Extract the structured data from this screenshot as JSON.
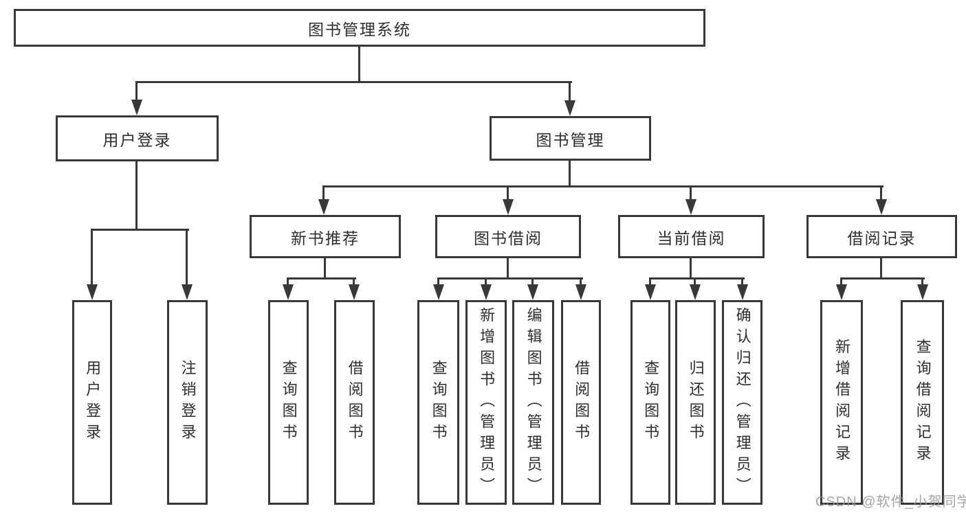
{
  "diagram": {
    "root": {
      "label": "图书管理系统"
    },
    "branches": [
      {
        "label": "用户登录",
        "children": [
          {
            "label": "用户登录"
          },
          {
            "label": "注销登录"
          }
        ]
      },
      {
        "label": "图书管理",
        "children": [
          {
            "label": "新书推荐",
            "children": [
              {
                "label": "查询图书"
              },
              {
                "label": "借阅图书"
              }
            ]
          },
          {
            "label": "图书借阅",
            "children": [
              {
                "label": "查询图书"
              },
              {
                "label": "新增图书（管理员）"
              },
              {
                "label": "编辑图书（管理员）"
              },
              {
                "label": "借阅图书"
              }
            ]
          },
          {
            "label": "当前借阅",
            "children": [
              {
                "label": "查询图书"
              },
              {
                "label": "归还图书"
              },
              {
                "label": "确认归还（管理员）"
              }
            ]
          },
          {
            "label": "借阅记录",
            "children": [
              {
                "label": "新增借阅记录"
              },
              {
                "label": "查询借阅记录"
              }
            ]
          }
        ]
      }
    ]
  },
  "watermark": {
    "text": "CSDN @软件_小贺同学"
  },
  "colors": {
    "line": "#383838",
    "box_border": "#383838",
    "text": "#2e2e2e",
    "background": "#ffffff",
    "watermark": "#969696"
  }
}
